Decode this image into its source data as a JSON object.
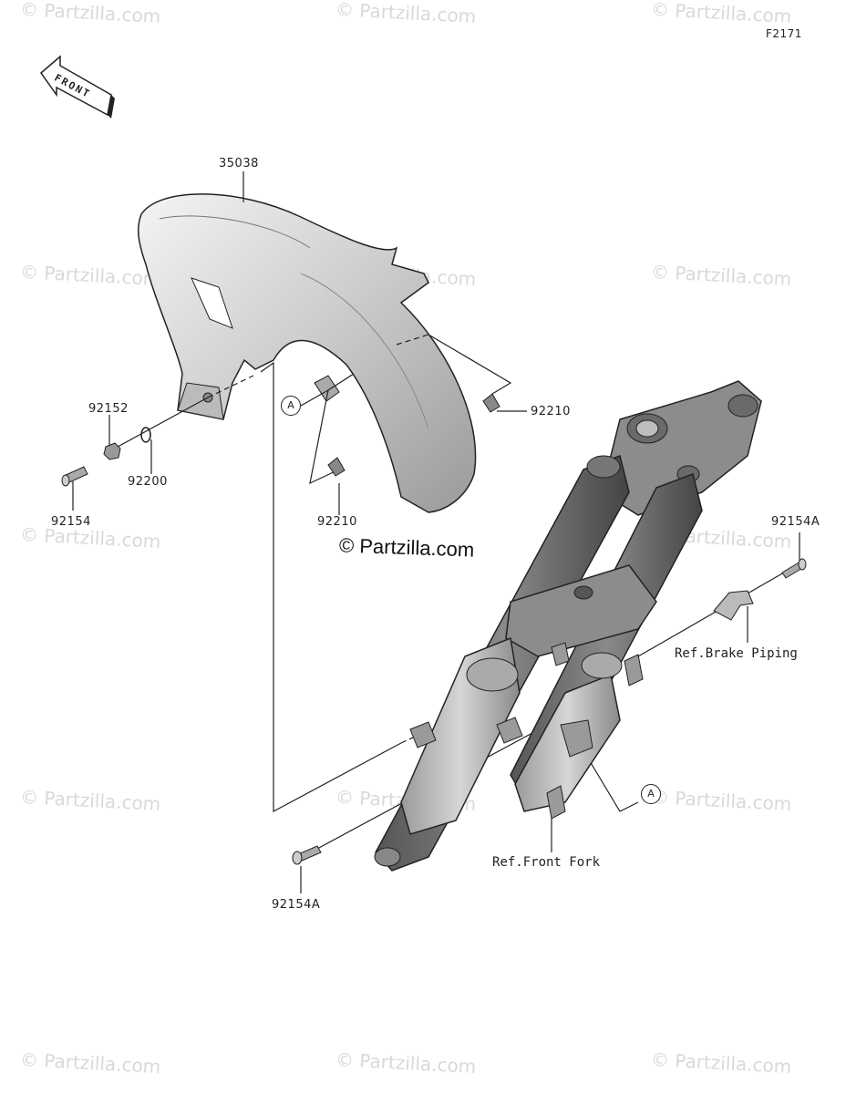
{
  "figure_id": "F2171",
  "front_label": "FRONT",
  "watermark": "© Partzilla.com",
  "center_watermark": "© Partzilla.com",
  "callouts": {
    "circle_a": "A"
  },
  "parts": {
    "fender": "35038",
    "nut_92152": "92152",
    "washer_92200": "92200",
    "bolt_92154": "92154",
    "clip_92210_upper": "92210",
    "clip_92210_lower": "92210",
    "bolt_92154a_right": "92154A",
    "bolt_92154a_bottom": "92154A"
  },
  "references": {
    "brake_piping": "Ref.Brake Piping",
    "front_fork": "Ref.Front Fork"
  }
}
